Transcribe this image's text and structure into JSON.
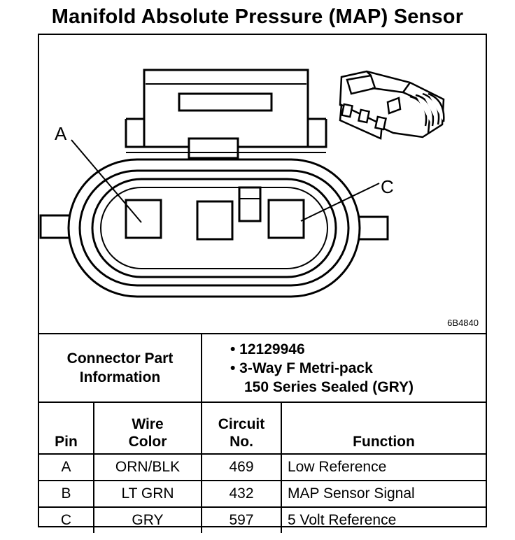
{
  "title": "Manifold Absolute Pressure (MAP) Sensor",
  "figure_id": "6B4840",
  "diagram": {
    "pin_label_a": "A",
    "pin_label_c": "C"
  },
  "connector": {
    "label": "Connector Part Information",
    "items": [
      "• 12129946",
      "• 3-Way F Metri-pack",
      "150 Series Sealed (GRY)"
    ]
  },
  "table": {
    "headers": {
      "pin": "Pin",
      "wire_color_1": "Wire",
      "wire_color_2": "Color",
      "circuit_1": "Circuit",
      "circuit_2": "No.",
      "function": "Function"
    },
    "rows": [
      {
        "pin": "A",
        "wire": "ORN/BLK",
        "circuit": "469",
        "function": "Low Reference"
      },
      {
        "pin": "B",
        "wire": "LT GRN",
        "circuit": "432",
        "function": "MAP Sensor Signal"
      },
      {
        "pin": "C",
        "wire": "GRY",
        "circuit": "597",
        "function": "5 Volt Reference"
      }
    ]
  }
}
